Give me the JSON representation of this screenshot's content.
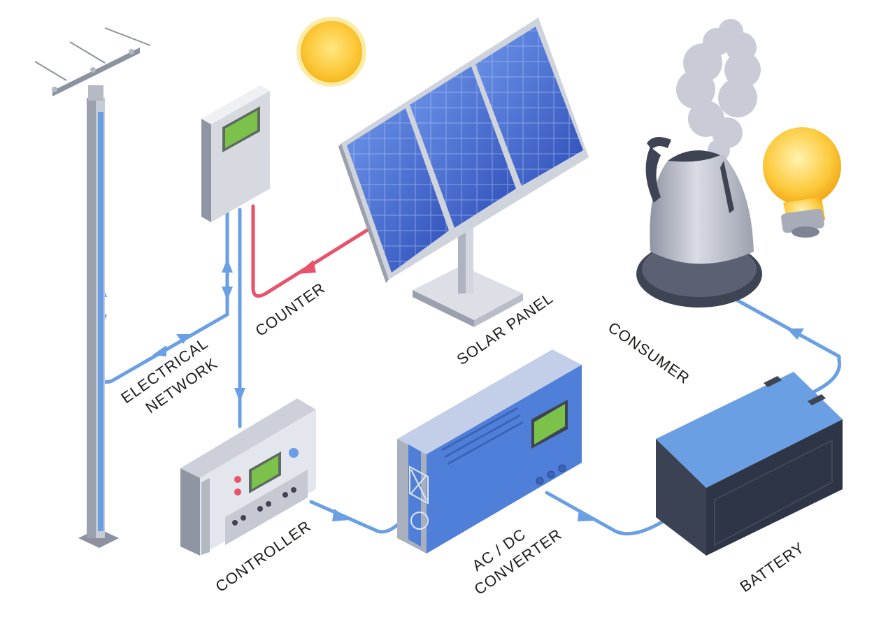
{
  "labels": {
    "electrical_network_line1": "ELECTRICAL",
    "electrical_network_line2": "NETWORK",
    "counter": "COUNTER",
    "solar_panel": "SOLAR PANEL",
    "consumer": "CONSUMER",
    "controller": "CONTROLLER",
    "converter_line1": "AC / DC",
    "converter_line2": "CONVERTER",
    "battery": "BATTERY"
  },
  "colors": {
    "wire_blue": "#6a9fe4",
    "wire_red": "#e8526b",
    "panel_blue": "#3d63c9",
    "converter_blue": "#4f7fd8",
    "battery_top": "#6a9fe4",
    "battery_body": "#2e3546",
    "lcd_green": "#7cc24a",
    "sun_yellow": "#fcc93a"
  },
  "icons": [
    "power-pole-icon",
    "meter-icon",
    "sun-icon",
    "solar-panel-icon",
    "kettle-icon",
    "bulb-icon",
    "controller-icon",
    "converter-icon",
    "battery-icon"
  ]
}
